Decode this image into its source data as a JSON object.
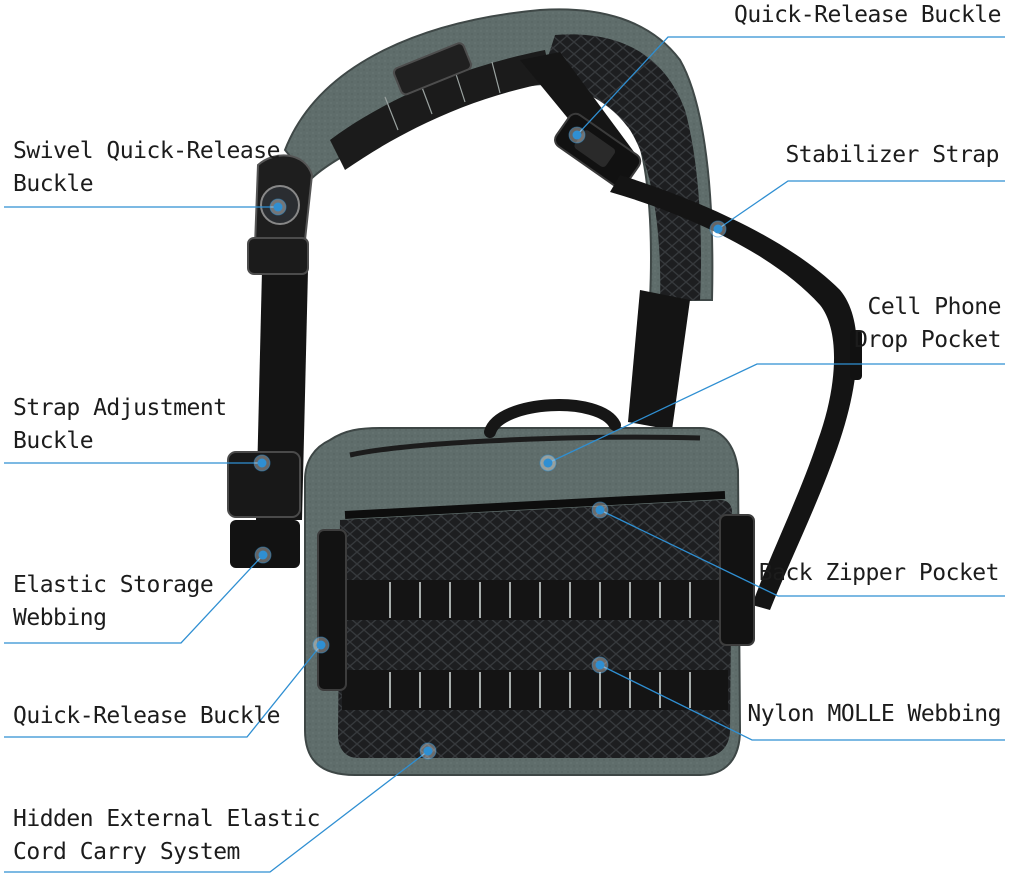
{
  "colors": {
    "background": "#ffffff",
    "callout_line": "#2f8fd2",
    "callout_dot": "#2f8fd2",
    "label_text": "#1c1c1c",
    "bag_fabric": "#5c6a68",
    "bag_dark": "#1b1b1c",
    "strap_black": "#151515"
  },
  "labels": {
    "quick_release_top": "Quick-Release Buckle",
    "swivel_line1": "Swivel Quick-Release",
    "swivel_line2": "Buckle",
    "stabilizer": "Stabilizer Strap",
    "cell_line1": "Cell Phone",
    "cell_line2": "Drop Pocket",
    "strap_adj_line1": "Strap Adjustment",
    "strap_adj_line2": "Buckle",
    "back_zipper": "Back Zipper Pocket",
    "elastic_line1": "Elastic Storage",
    "elastic_line2": "Webbing",
    "quick_release_left": "Quick-Release Buckle",
    "molle": "Nylon MOLLE Webbing",
    "hidden_line1": "Hidden External Elastic",
    "hidden_line2": "Cord Carry System"
  }
}
